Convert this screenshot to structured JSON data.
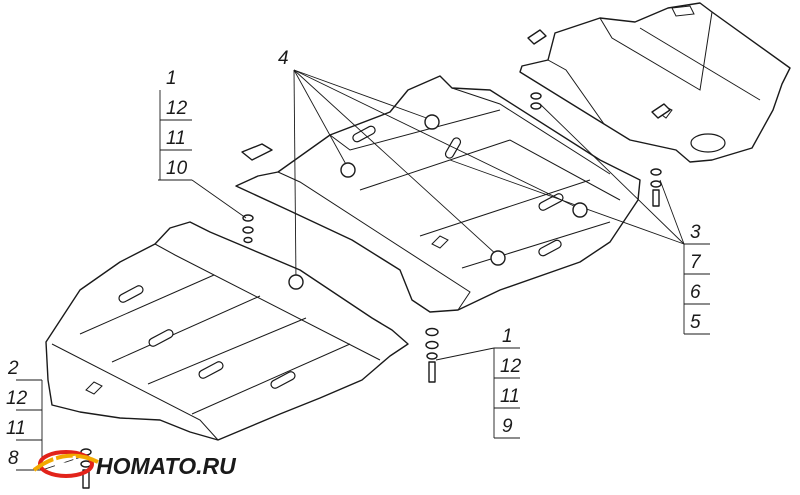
{
  "callouts": {
    "group_top_left": [
      "1",
      "12",
      "11",
      "10"
    ],
    "group_center": [
      "1",
      "12",
      "11",
      "9"
    ],
    "group_right": [
      "3",
      "7",
      "6",
      "5"
    ],
    "group_bottom_left": [
      "2",
      "12",
      "11",
      "8"
    ],
    "bolt_label": "4"
  },
  "watermark": {
    "text": "HOMATO.RU",
    "colors": {
      "red": "#e2231a",
      "gold": "#f2a900",
      "dark": "#1a1a1a"
    }
  }
}
